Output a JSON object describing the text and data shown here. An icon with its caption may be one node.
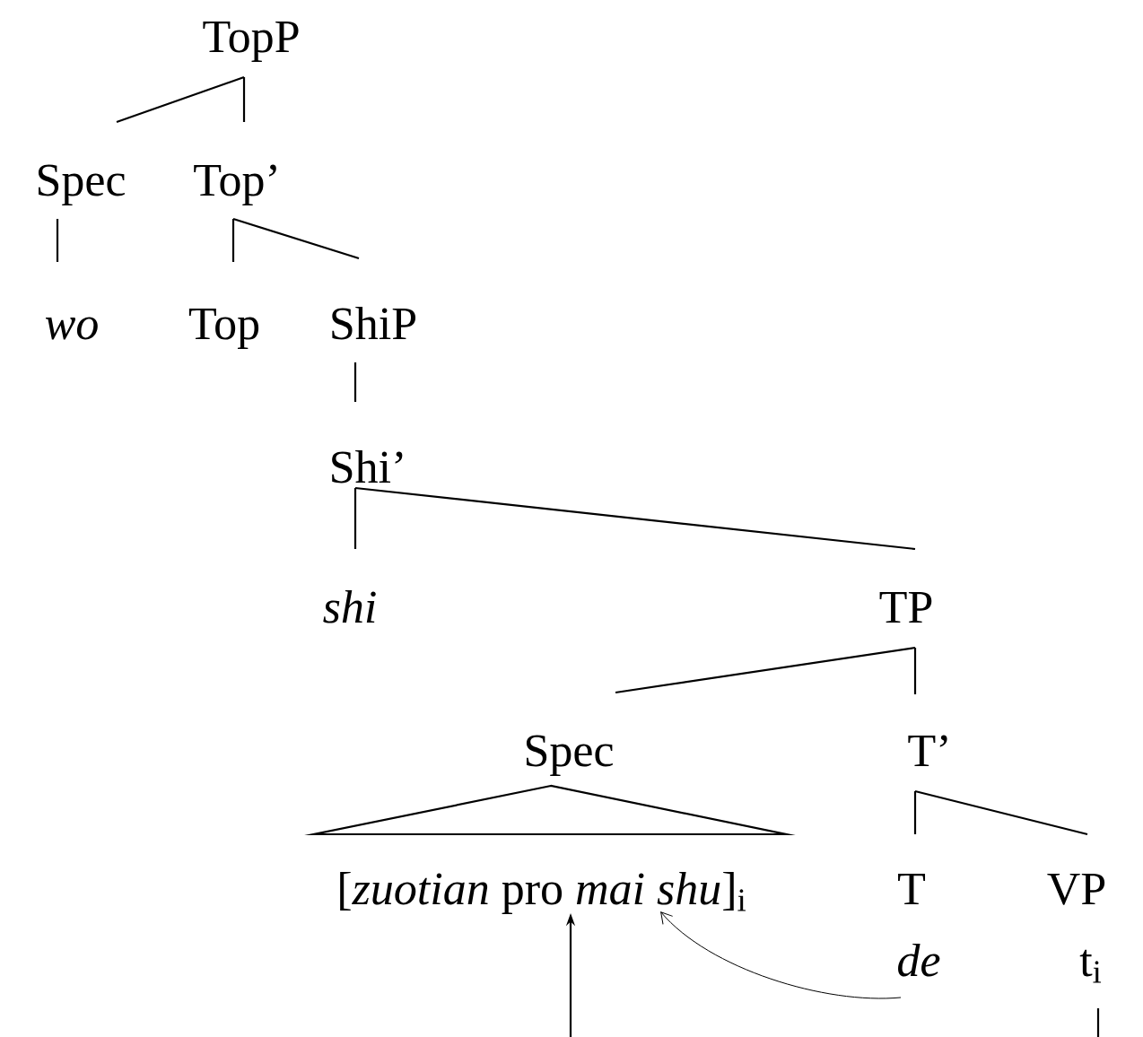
{
  "diagram": {
    "nodes": [
      {
        "text": [
          "TopP"
        ]
      },
      {
        "text": [
          "Spec"
        ]
      },
      {
        "text": [
          "Top’"
        ]
      },
      {
        "text": [
          "wo"
        ]
      },
      {
        "text": [
          "Top"
        ]
      },
      {
        "text": [
          "ShiP"
        ]
      },
      {
        "text": [
          "Shi’"
        ]
      },
      {
        "text": [
          "shi"
        ]
      },
      {
        "text": [
          "TP"
        ]
      },
      {
        "text": [
          "Spec"
        ]
      },
      {
        "text": [
          "T’"
        ]
      },
      {
        "text": [
          "[*zuotian* pro *mai shu*]$_{i}$"
        ]
      },
      {
        "text": [
          "T"
        ]
      },
      {
        "text": [
          "VP"
        ]
      },
      {
        "text": [
          "de"
        ]
      },
      {
        "text": [
          "t$_{i}$"
        ]
      }
    ],
    "edges": [
      {
        "from": 0,
        "to": 1,
        "arrow": "none"
      },
      {
        "from": 0,
        "to": 2,
        "arrow": "none"
      },
      {
        "from": 1,
        "to": 3,
        "arrow": "none"
      },
      {
        "from": 2,
        "to": 4,
        "arrow": "none"
      },
      {
        "from": 2,
        "to": 5,
        "arrow": "none"
      },
      {
        "from": 5,
        "to": 6,
        "arrow": "none"
      },
      {
        "from": 6,
        "to": 7,
        "arrow": "none"
      },
      {
        "from": 6,
        "to": 8,
        "arrow": "none"
      },
      {
        "from": 8,
        "to": 9,
        "arrow": "none"
      },
      {
        "from": 8,
        "to": 10,
        "arrow": "none"
      },
      {
        "from": 9,
        "to": 11,
        "arrow": "none"
      },
      {
        "from": 10,
        "to": 12,
        "arrow": "none"
      },
      {
        "from": 10,
        "to": 13,
        "arrow": "none"
      },
      {
        "from": 14,
        "to": 11,
        "arrow": "to"
      },
      {
        "from": null,
        "to": 11,
        "arrow": "to"
      },
      {
        "from": 15,
        "to": null,
        "arrow": "none"
      }
    ]
  }
}
